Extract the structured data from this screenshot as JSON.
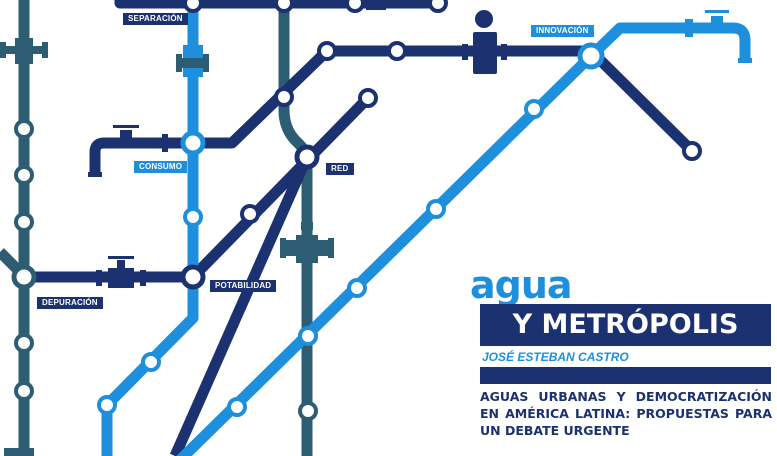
{
  "labels": {
    "separacion": "SEPARACIÓN",
    "innovacion": "INNOVACIÓN",
    "consumo": "CONSUMO",
    "red": "RED",
    "potabilidad": "POTABILIDAD",
    "depuracion": "DEPURACIÓN"
  },
  "cover": {
    "title_word": "agua",
    "title_rest": "Y METRÓPOLIS",
    "author": "JOSÉ ESTEBAN CASTRO",
    "subtitle": "AGUAS URBANAS Y DEMOCRATIZACIÓN EN AMÉRICA LATINA: PROPUESTAS PARA UN DEBATE URGENTE"
  },
  "colors": {
    "light_blue": "#1e8fdc",
    "dark_blue": "#1b3170",
    "teal": "#2d5d72",
    "white": "#ffffff"
  }
}
